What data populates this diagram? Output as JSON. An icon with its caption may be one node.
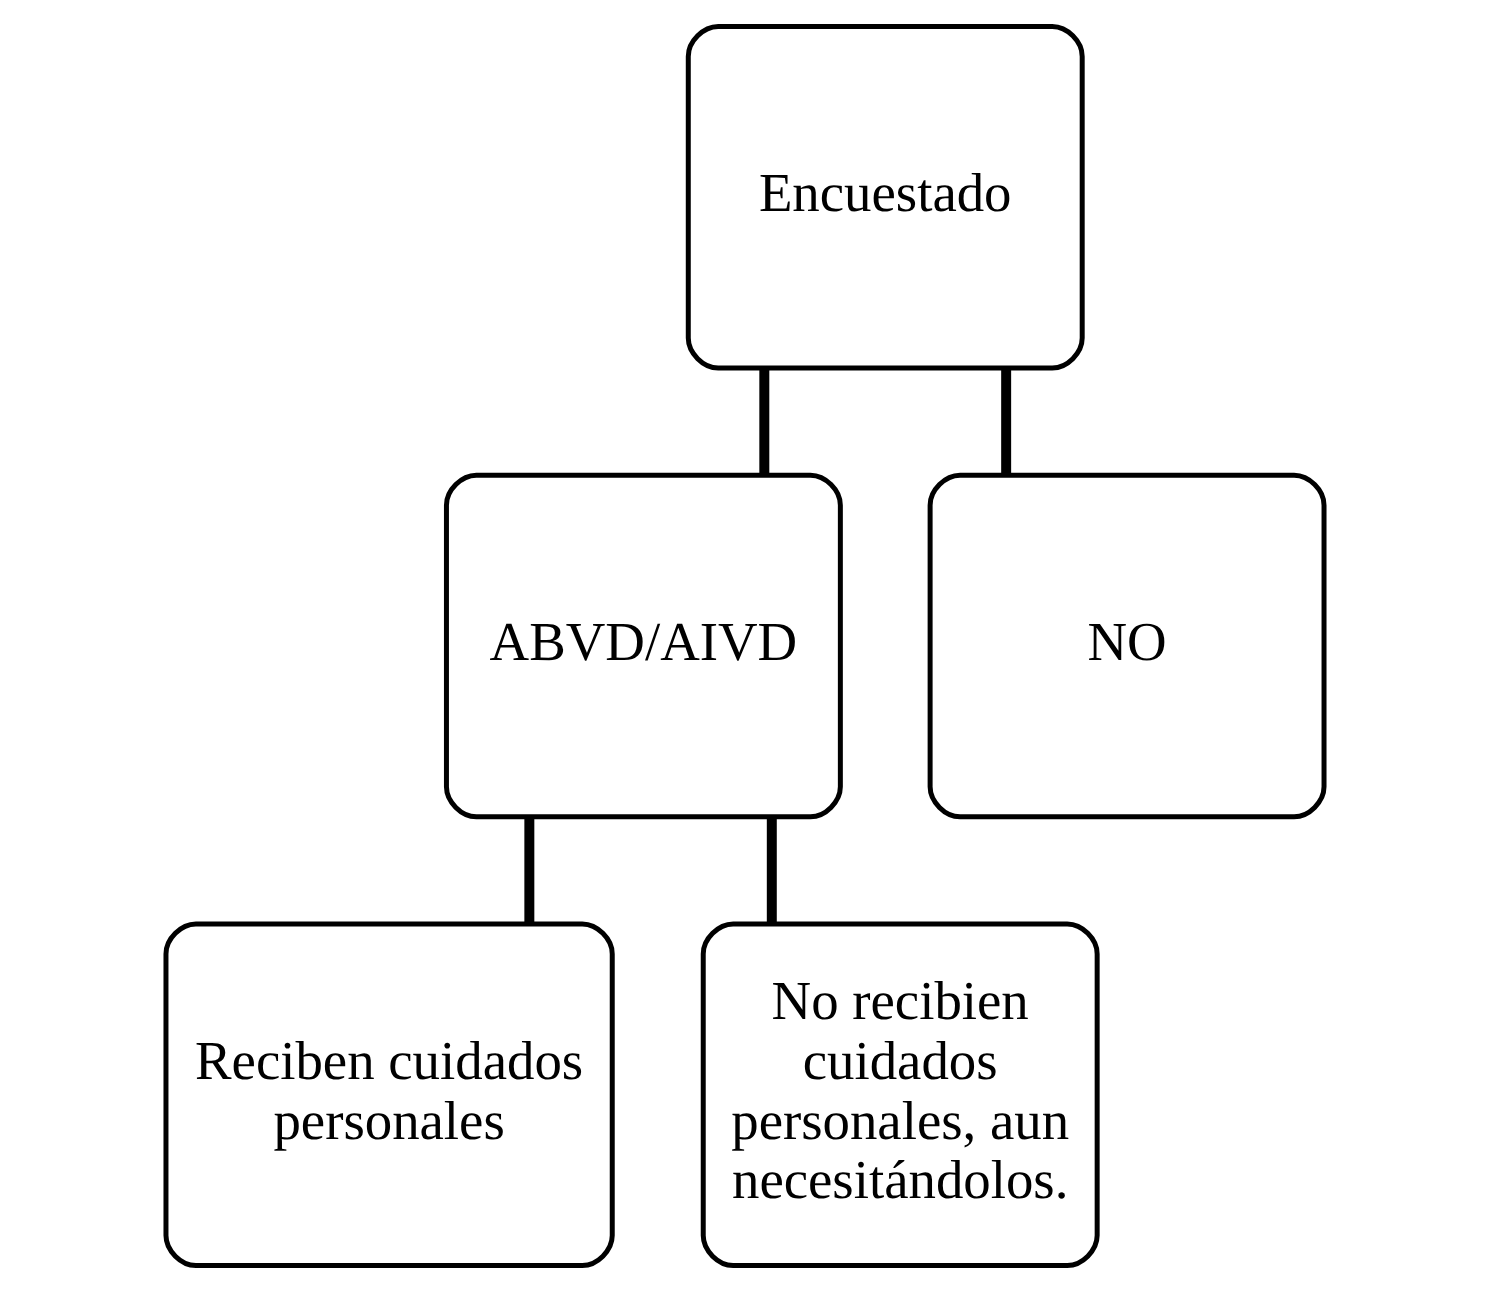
{
  "diagram": {
    "nodes": [
      {
        "text": [
          "Encuestado"
        ]
      },
      {
        "text": [
          "ABVD/AIVD"
        ]
      },
      {
        "text": [
          "NO"
        ]
      },
      {
        "text": [
          "Reciben cuidados personales"
        ]
      },
      {
        "text": [
          "No recibien cuidados personales, aun necesitándolos."
        ]
      }
    ],
    "edges": [
      {
        "from": 0,
        "to": 1,
        "arrow": "none"
      },
      {
        "from": 0,
        "to": 2,
        "arrow": "none"
      },
      {
        "from": 1,
        "to": 3,
        "arrow": "none"
      },
      {
        "from": 1,
        "to": 4,
        "arrow": "none"
      }
    ]
  }
}
